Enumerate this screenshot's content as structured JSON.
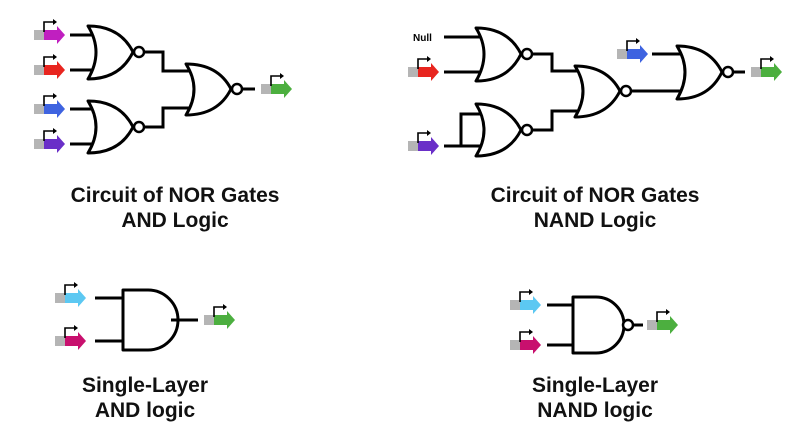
{
  "title": "Genetic logic gate circuits",
  "colors": {
    "promoter_gray": "#b5b5b5",
    "magenta": "#c01fc0",
    "red": "#e8251f",
    "blue": "#3e63e0",
    "purple": "#6a2fc8",
    "green": "#4caf3f",
    "light_blue": "#5cc8f2",
    "pink": "#c8106e",
    "line": "#000000"
  },
  "panels": [
    {
      "id": "nor-and",
      "caption_line1": "Circuit of NOR Gates",
      "caption_line2": "AND Logic",
      "inputs": [
        "magenta",
        "red",
        "blue",
        "purple"
      ],
      "output": "green",
      "gates": [
        "NOR",
        "NOR",
        "NOR"
      ]
    },
    {
      "id": "nor-nand",
      "caption_line1": "Circuit of NOR Gates",
      "caption_line2": "NAND Logic",
      "null_label": "Null",
      "inputs": [
        "red",
        "purple",
        "blue"
      ],
      "output": "green",
      "gates": [
        "NOR",
        "NOR",
        "NOR",
        "NOR"
      ]
    },
    {
      "id": "single-and",
      "caption_line1": "Single-Layer",
      "caption_line2": "AND logic",
      "inputs": [
        "light_blue",
        "pink"
      ],
      "output": "green",
      "gates": [
        "AND"
      ]
    },
    {
      "id": "single-nand",
      "caption_line1": "Single-Layer",
      "caption_line2": "NAND logic",
      "inputs": [
        "light_blue",
        "pink"
      ],
      "output": "green",
      "gates": [
        "NAND"
      ]
    }
  ]
}
